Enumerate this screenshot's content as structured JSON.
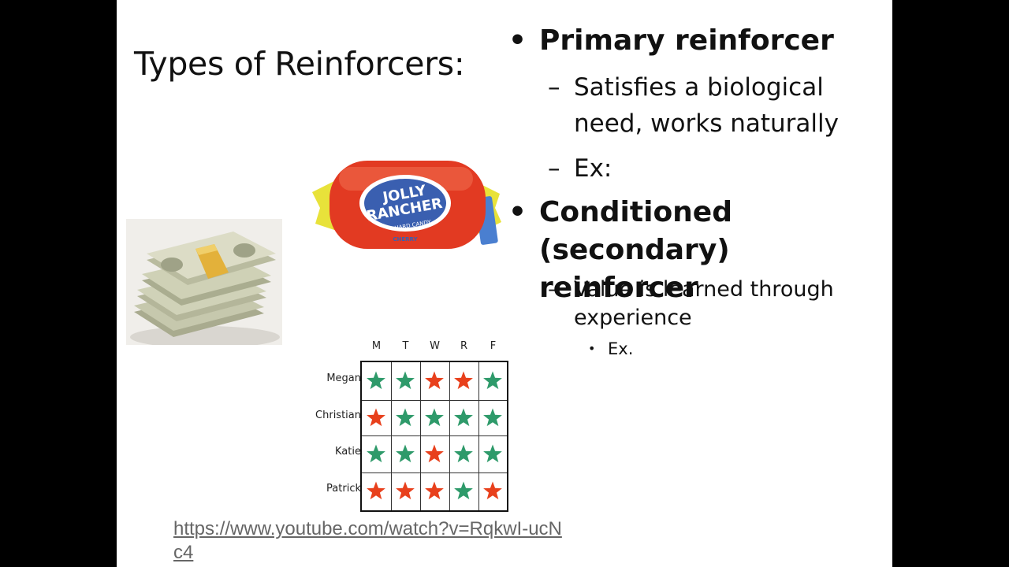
{
  "slide": {
    "title": "Types of Reinforcers:",
    "bullets": [
      {
        "label": "Primary reinforcer",
        "sub": [
          {
            "text": "Satisfies a biological need, works naturally"
          },
          {
            "text": "Ex:"
          }
        ]
      },
      {
        "label": "Conditioned (secondary) reinforcer",
        "sub": [
          {
            "text": "Value is learned through experience",
            "sub": [
              "Ex."
            ]
          }
        ]
      }
    ],
    "link": "https://www.youtube.com/watch?v=RqkwI-ucNc4"
  },
  "images": {
    "money": "stack-of-cash-image",
    "candy": "jolly-rancher-candy-image",
    "candy_brand_line1": "JOLLY",
    "candy_brand_line2": "RANCHER",
    "candy_subtext": "HARD CANDY",
    "candy_flavor": "CHERRY"
  },
  "chart_data": {
    "type": "table",
    "columns": [
      "M",
      "T",
      "W",
      "R",
      "F"
    ],
    "rows": [
      {
        "name": "Megan",
        "stars": [
          "green",
          "green",
          "red",
          "red",
          "green"
        ]
      },
      {
        "name": "Christian",
        "stars": [
          "red",
          "green",
          "green",
          "green",
          "green"
        ]
      },
      {
        "name": "Katie",
        "stars": [
          "green",
          "green",
          "red",
          "green",
          "green"
        ]
      },
      {
        "name": "Patrick",
        "stars": [
          "red",
          "red",
          "red",
          "green",
          "red"
        ]
      }
    ]
  },
  "colors": {
    "star_green": "#2e9a6a",
    "star_red": "#e8401c",
    "background": "#000000",
    "slide": "#ffffff",
    "link": "#666666"
  }
}
